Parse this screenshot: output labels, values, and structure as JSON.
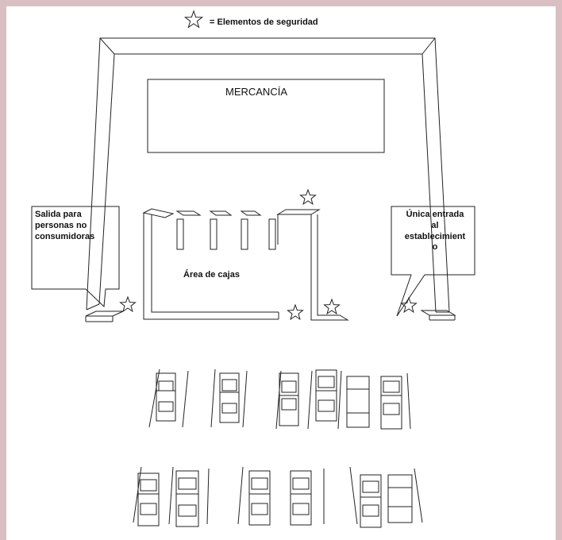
{
  "legend": {
    "icon": "star-icon",
    "text": "= Elementos de seguridad"
  },
  "merchandise_label": "MERCANCÍA",
  "cash_area_label": "Área de cajas",
  "exit_callout": "Salida para\npersonas no\nconsumidoras",
  "entry_callout": "Única entrada\nal\nestablecimient\no",
  "colors": {
    "background": "#d9bfc2",
    "paper": "#ffffff",
    "ink": "#222222"
  }
}
